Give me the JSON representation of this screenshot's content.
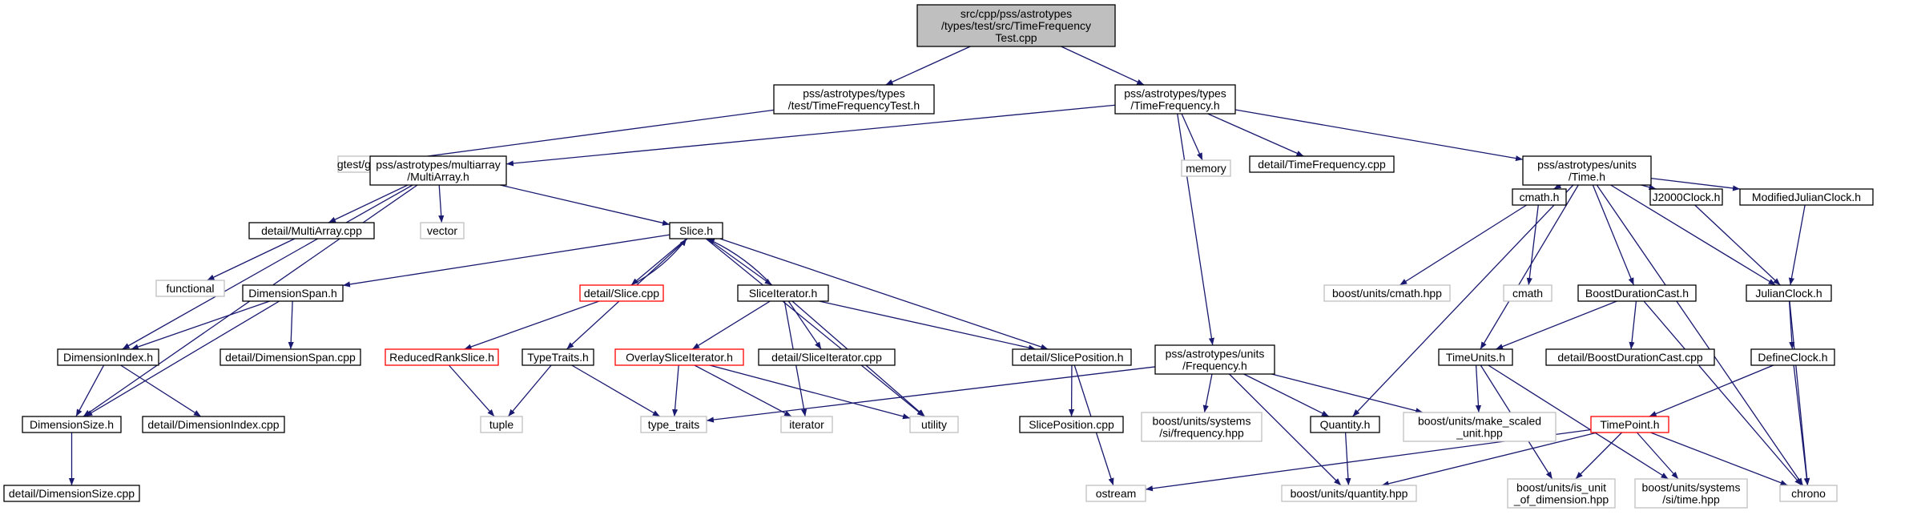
{
  "diagram": {
    "colors": {
      "edge": "#191970",
      "root_fill": "#bfbfbf",
      "normal_border": "#000000",
      "external_border": "#bfbfbf",
      "truncated_border": "#ff0000",
      "background": "#ffffff"
    },
    "nodes": [
      {
        "id": "root",
        "lines": [
          "src/cpp/pss/astrotypes",
          "/types/test/src/TimeFrequency",
          "Test.cpp"
        ],
        "kind": "root"
      },
      {
        "id": "tftest_h",
        "lines": [
          "pss/astrotypes/types",
          "/test/TimeFrequencyTest.h"
        ],
        "kind": "normal"
      },
      {
        "id": "tf_h",
        "lines": [
          "pss/astrotypes/types",
          "/TimeFrequency.h"
        ],
        "kind": "normal"
      },
      {
        "id": "gtest",
        "lines": [
          "gtest/gtest.h"
        ],
        "kind": "external"
      },
      {
        "id": "multiarray_h",
        "lines": [
          "pss/astrotypes/multiarray",
          "/MultiArray.h"
        ],
        "kind": "normal"
      },
      {
        "id": "memory",
        "lines": [
          "memory"
        ],
        "kind": "external"
      },
      {
        "id": "tf_cpp",
        "lines": [
          "detail/TimeFrequency.cpp"
        ],
        "kind": "normal"
      },
      {
        "id": "time_h",
        "lines": [
          "pss/astrotypes/units",
          "/Time.h"
        ],
        "kind": "normal"
      },
      {
        "id": "multiarray_cpp",
        "lines": [
          "detail/MultiArray.cpp"
        ],
        "kind": "normal"
      },
      {
        "id": "vector",
        "lines": [
          "vector"
        ],
        "kind": "external"
      },
      {
        "id": "slice_h",
        "lines": [
          "Slice.h"
        ],
        "kind": "normal"
      },
      {
        "id": "functional",
        "lines": [
          "functional"
        ],
        "kind": "external"
      },
      {
        "id": "dimspan_h",
        "lines": [
          "DimensionSpan.h"
        ],
        "kind": "normal"
      },
      {
        "id": "slice_cpp",
        "lines": [
          "detail/Slice.cpp"
        ],
        "kind": "truncated"
      },
      {
        "id": "sliceiter_h",
        "lines": [
          "SliceIterator.h"
        ],
        "kind": "normal"
      },
      {
        "id": "dimindex_h",
        "lines": [
          "DimensionIndex.h"
        ],
        "kind": "normal"
      },
      {
        "id": "dimspan_cpp",
        "lines": [
          "detail/DimensionSpan.cpp"
        ],
        "kind": "normal"
      },
      {
        "id": "reducedrank_h",
        "lines": [
          "ReducedRankSlice.h"
        ],
        "kind": "truncated"
      },
      {
        "id": "typetraits_h",
        "lines": [
          "TypeTraits.h"
        ],
        "kind": "normal"
      },
      {
        "id": "overlay_h",
        "lines": [
          "OverlaySliceIterator.h"
        ],
        "kind": "truncated"
      },
      {
        "id": "sliceiter_cpp",
        "lines": [
          "detail/SliceIterator.cpp"
        ],
        "kind": "normal"
      },
      {
        "id": "slicepos_h",
        "lines": [
          "detail/SlicePosition.h"
        ],
        "kind": "normal"
      },
      {
        "id": "dimsize_h",
        "lines": [
          "DimensionSize.h"
        ],
        "kind": "normal"
      },
      {
        "id": "dimindex_cpp",
        "lines": [
          "detail/DimensionIndex.cpp"
        ],
        "kind": "normal"
      },
      {
        "id": "tuple",
        "lines": [
          "tuple"
        ],
        "kind": "external"
      },
      {
        "id": "type_traits",
        "lines": [
          "type_traits"
        ],
        "kind": "external"
      },
      {
        "id": "iterator",
        "lines": [
          "iterator"
        ],
        "kind": "external"
      },
      {
        "id": "utility",
        "lines": [
          "utility"
        ],
        "kind": "external"
      },
      {
        "id": "slicepos_cpp",
        "lines": [
          "SlicePosition.cpp"
        ],
        "kind": "normal"
      },
      {
        "id": "dimsize_cpp",
        "lines": [
          "detail/DimensionSize.cpp"
        ],
        "kind": "normal"
      },
      {
        "id": "freq_h",
        "lines": [
          "pss/astrotypes/units",
          "/Frequency.h"
        ],
        "kind": "normal"
      },
      {
        "id": "si_freq",
        "lines": [
          "boost/units/systems",
          "/si/frequency.hpp"
        ],
        "kind": "external"
      },
      {
        "id": "quantity_h",
        "lines": [
          "Quantity.h"
        ],
        "kind": "normal"
      },
      {
        "id": "make_scaled",
        "lines": [
          "boost/units/make_scaled",
          "_unit.hpp"
        ],
        "kind": "external"
      },
      {
        "id": "ostream",
        "lines": [
          "ostream"
        ],
        "kind": "external"
      },
      {
        "id": "quantity_hpp",
        "lines": [
          "boost/units/quantity.hpp"
        ],
        "kind": "external"
      },
      {
        "id": "cmath_h",
        "lines": [
          "cmath.h"
        ],
        "kind": "normal"
      },
      {
        "id": "cmath_hpp",
        "lines": [
          "boost/units/cmath.hpp"
        ],
        "kind": "external"
      },
      {
        "id": "cmath",
        "lines": [
          "cmath"
        ],
        "kind": "external"
      },
      {
        "id": "boostdur_h",
        "lines": [
          "BoostDurationCast.h"
        ],
        "kind": "normal"
      },
      {
        "id": "j2000_h",
        "lines": [
          "J2000Clock.h"
        ],
        "kind": "normal"
      },
      {
        "id": "mjd_h",
        "lines": [
          "ModifiedJulianClock.h"
        ],
        "kind": "normal"
      },
      {
        "id": "julian_h",
        "lines": [
          "JulianClock.h"
        ],
        "kind": "normal"
      },
      {
        "id": "timeunits_h",
        "lines": [
          "TimeUnits.h"
        ],
        "kind": "normal"
      },
      {
        "id": "boostdur_cpp",
        "lines": [
          "detail/BoostDurationCast.cpp"
        ],
        "kind": "normal"
      },
      {
        "id": "defineclock_h",
        "lines": [
          "DefineClock.h"
        ],
        "kind": "normal"
      },
      {
        "id": "timepoint_h",
        "lines": [
          "TimePoint.h"
        ],
        "kind": "truncated"
      },
      {
        "id": "is_unit",
        "lines": [
          "boost/units/is_unit",
          "_of_dimension.hpp"
        ],
        "kind": "external"
      },
      {
        "id": "si_time",
        "lines": [
          "boost/units/systems",
          "/si/time.hpp"
        ],
        "kind": "external"
      },
      {
        "id": "chrono",
        "lines": [
          "chrono"
        ],
        "kind": "external"
      }
    ],
    "edges": [
      [
        "root",
        "tftest_h"
      ],
      [
        "root",
        "tf_h"
      ],
      [
        "tftest_h",
        "gtest"
      ],
      [
        "tf_h",
        "multiarray_h"
      ],
      [
        "tf_h",
        "memory"
      ],
      [
        "tf_h",
        "tf_cpp"
      ],
      [
        "tf_h",
        "time_h"
      ],
      [
        "tf_h",
        "freq_h"
      ],
      [
        "multiarray_h",
        "multiarray_cpp"
      ],
      [
        "multiarray_h",
        "vector"
      ],
      [
        "multiarray_h",
        "slice_h"
      ],
      [
        "multiarray_h",
        "dimindex_h"
      ],
      [
        "multiarray_h",
        "dimsize_h"
      ],
      [
        "multiarray_cpp",
        "functional"
      ],
      [
        "slice_h",
        "dimspan_h"
      ],
      [
        "slice_h",
        "slice_cpp"
      ],
      [
        "slice_h",
        "sliceiter_h"
      ],
      [
        "slice_h",
        "typetraits_h"
      ],
      [
        "slice_h",
        "slicepos_h"
      ],
      [
        "slice_h",
        "utility"
      ],
      [
        "slice_cpp",
        "slice_h"
      ],
      [
        "slice_cpp",
        "reducedrank_h"
      ],
      [
        "sliceiter_h",
        "slice_h"
      ],
      [
        "sliceiter_h",
        "overlay_h"
      ],
      [
        "sliceiter_h",
        "sliceiter_cpp"
      ],
      [
        "sliceiter_h",
        "slicepos_h"
      ],
      [
        "sliceiter_h",
        "iterator"
      ],
      [
        "sliceiter_h",
        "utility"
      ],
      [
        "dimspan_h",
        "dimindex_h"
      ],
      [
        "dimspan_h",
        "dimspan_cpp"
      ],
      [
        "dimspan_h",
        "dimsize_h"
      ],
      [
        "dimindex_h",
        "dimsize_h"
      ],
      [
        "dimindex_h",
        "dimindex_cpp"
      ],
      [
        "dimsize_h",
        "dimsize_cpp"
      ],
      [
        "reducedrank_h",
        "tuple"
      ],
      [
        "typetraits_h",
        "tuple"
      ],
      [
        "typetraits_h",
        "type_traits"
      ],
      [
        "overlay_h",
        "type_traits"
      ],
      [
        "overlay_h",
        "iterator"
      ],
      [
        "overlay_h",
        "utility"
      ],
      [
        "slicepos_h",
        "slicepos_cpp"
      ],
      [
        "slicepos_h",
        "ostream"
      ],
      [
        "freq_h",
        "type_traits"
      ],
      [
        "freq_h",
        "si_freq"
      ],
      [
        "freq_h",
        "quantity_h"
      ],
      [
        "freq_h",
        "make_scaled"
      ],
      [
        "freq_h",
        "quantity_hpp"
      ],
      [
        "quantity_h",
        "quantity_hpp"
      ],
      [
        "time_h",
        "quantity_h"
      ],
      [
        "time_h",
        "cmath_h"
      ],
      [
        "time_h",
        "timeunits_h"
      ],
      [
        "time_h",
        "boostdur_h"
      ],
      [
        "time_h",
        "j2000_h"
      ],
      [
        "time_h",
        "mjd_h"
      ],
      [
        "time_h",
        "julian_h"
      ],
      [
        "time_h",
        "chrono"
      ],
      [
        "cmath_h",
        "cmath_hpp"
      ],
      [
        "cmath_h",
        "cmath"
      ],
      [
        "boostdur_h",
        "timeunits_h"
      ],
      [
        "boostdur_h",
        "boostdur_cpp"
      ],
      [
        "boostdur_h",
        "chrono"
      ],
      [
        "j2000_h",
        "julian_h"
      ],
      [
        "mjd_h",
        "julian_h"
      ],
      [
        "julian_h",
        "defineclock_h"
      ],
      [
        "julian_h",
        "chrono"
      ],
      [
        "defineclock_h",
        "timepoint_h"
      ],
      [
        "defineclock_h",
        "chrono"
      ],
      [
        "timeunits_h",
        "make_scaled"
      ],
      [
        "timeunits_h",
        "is_unit"
      ],
      [
        "timeunits_h",
        "si_time"
      ],
      [
        "timepoint_h",
        "ostream"
      ],
      [
        "timepoint_h",
        "quantity_hpp"
      ],
      [
        "timepoint_h",
        "is_unit"
      ],
      [
        "timepoint_h",
        "si_time"
      ],
      [
        "timepoint_h",
        "chrono"
      ]
    ]
  }
}
